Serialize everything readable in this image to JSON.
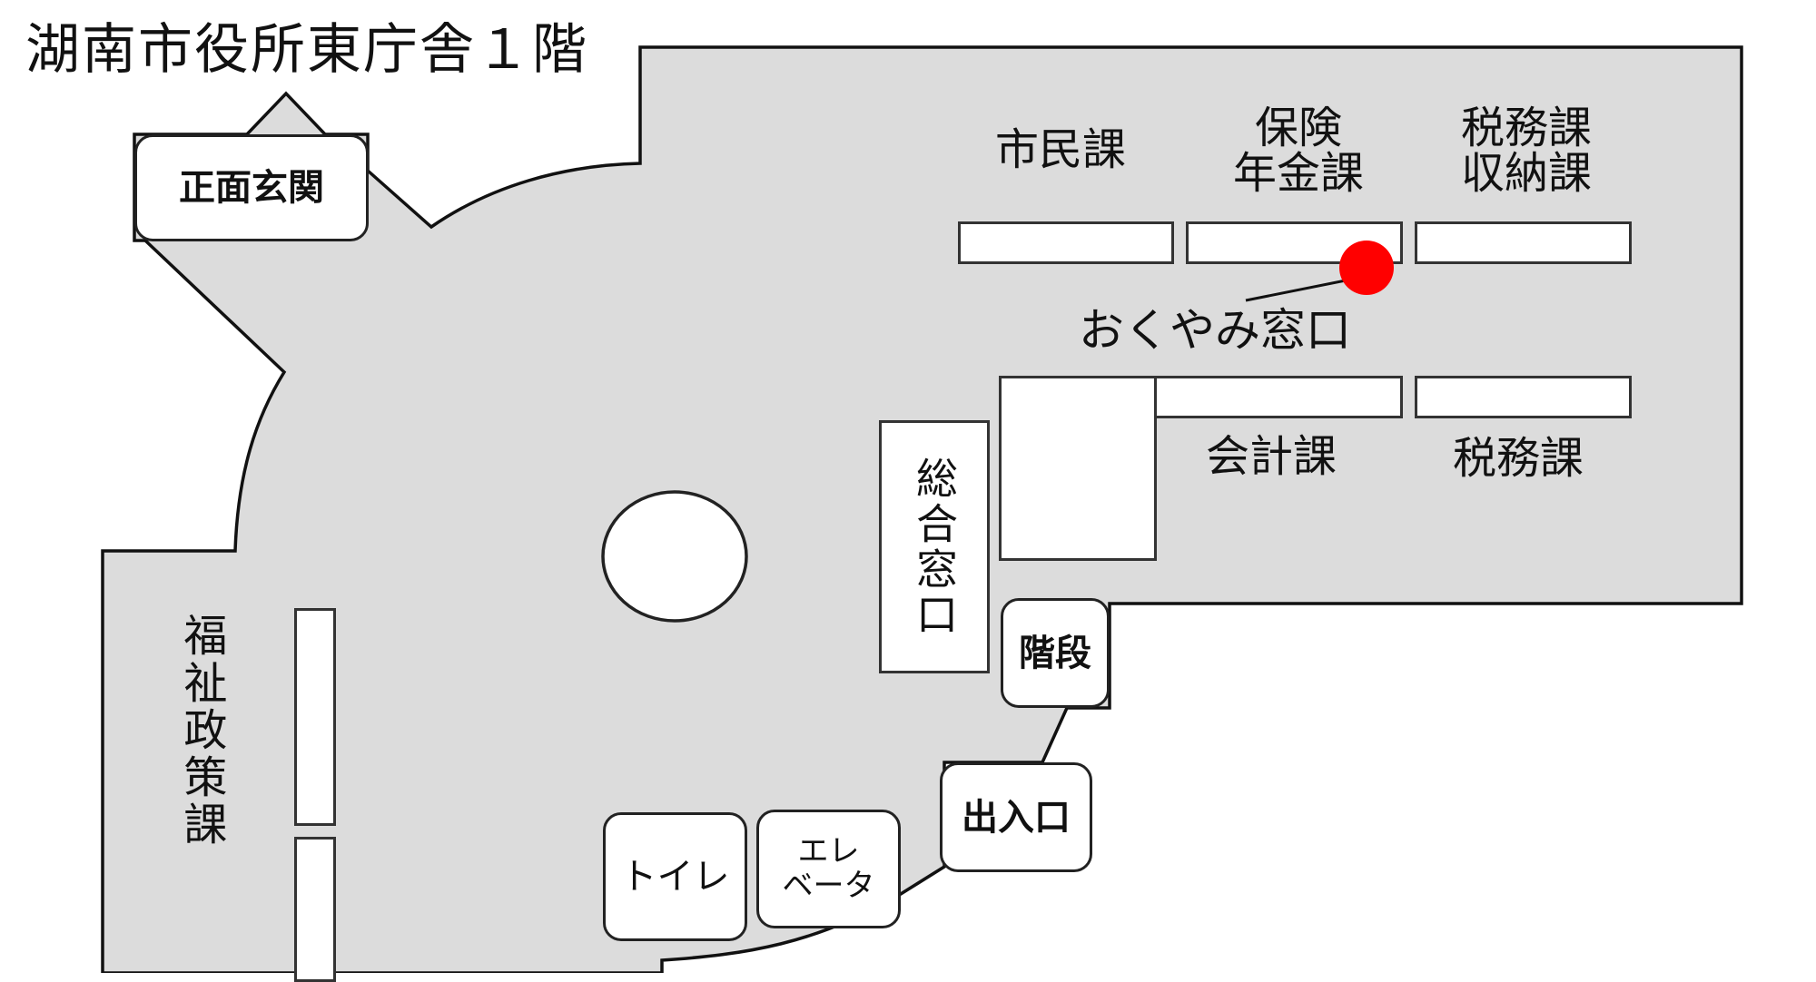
{
  "title": "湖南市役所東庁舎１階",
  "colors": {
    "floor": "#dcdcdc",
    "wall": "#111111",
    "counter": "#ffffff",
    "marker": "#ff0000"
  },
  "departments": {
    "shimin": "市民課",
    "hoken_line1": "保険",
    "hoken_line2": "年金課",
    "zeimu_top_line1": "税務課",
    "zeimu_top_line2": "収納課",
    "kaikei": "会計課",
    "zeimu_bottom": "税務課",
    "fukushi": "福祉政策課",
    "sogo": "総合窓口"
  },
  "highlight": {
    "label": "おくやみ窓口",
    "marker_icon": "red-dot-marker"
  },
  "facilities": {
    "main_entrance": "正面玄関",
    "stairs": "階段",
    "entrance": "出入口",
    "toilet": "トイレ",
    "elevator_line1": "エレ",
    "elevator_line2": "ベータ"
  }
}
